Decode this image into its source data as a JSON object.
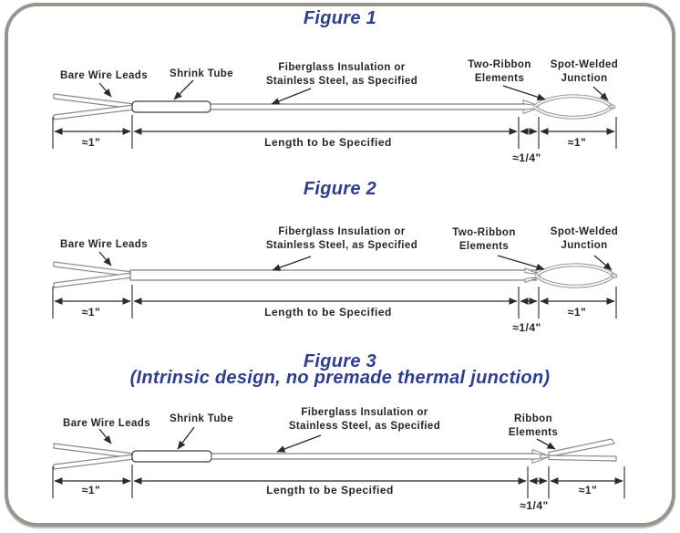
{
  "colors": {
    "title_blue": "#2E3D8F",
    "label_ink": "#262626",
    "frame_gray": "#97958D",
    "wire_gray": "#8A8A8A"
  },
  "figure1": {
    "title": "Figure 1",
    "labels": {
      "bare_wire_leads": "Bare Wire Leads",
      "shrink_tube": "Shrink Tube",
      "insulation_line1": "Fiberglass Insulation or",
      "insulation_line2": "Stainless Steel, as Specified",
      "elements_line1": "Two-Ribbon",
      "elements_line2": "Elements",
      "junction_line1": "Spot-Welded",
      "junction_line2": "Junction"
    },
    "dims": {
      "lead": "≈1\"",
      "length": "Length to be Specified",
      "gap": "≈1/4\"",
      "tip": "≈1\""
    }
  },
  "figure2": {
    "title": "Figure 2",
    "labels": {
      "bare_wire_leads": "Bare Wire Leads",
      "insulation_line1": "Fiberglass Insulation or",
      "insulation_line2": "Stainless Steel, as Specified",
      "elements_line1": "Two-Ribbon",
      "elements_line2": "Elements",
      "junction_line1": "Spot-Welded",
      "junction_line2": "Junction"
    },
    "dims": {
      "lead": "≈1\"",
      "length": "Length to be Specified",
      "gap": "≈1/4\"",
      "tip": "≈1\""
    }
  },
  "figure3": {
    "title": "Figure 3",
    "subtitle": "(Intrinsic design, no premade thermal junction)",
    "labels": {
      "bare_wire_leads": "Bare Wire Leads",
      "shrink_tube": "Shrink Tube",
      "insulation_line1": "Fiberglass Insulation or",
      "insulation_line2": "Stainless Steel, as Specified",
      "elements_line1": "Ribbon",
      "elements_line2": "Elements"
    },
    "dims": {
      "lead": "≈1\"",
      "length": "Length to be Specified",
      "gap": "≈1/4\"",
      "tip": "≈1\""
    }
  }
}
